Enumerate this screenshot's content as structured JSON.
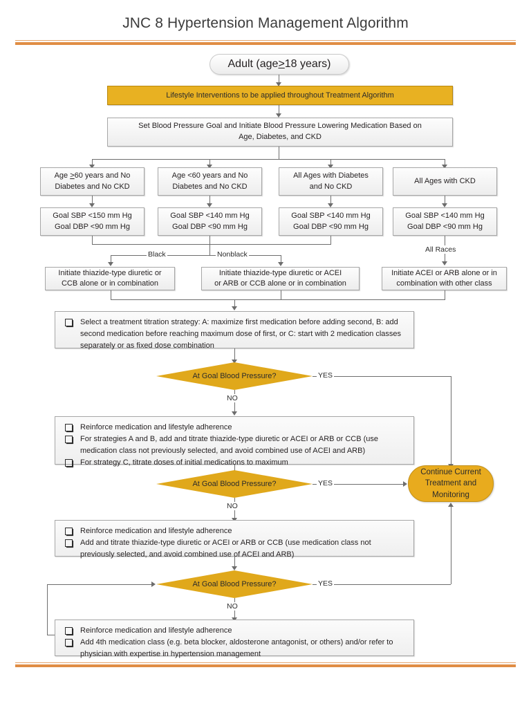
{
  "title": "JNC 8 Hypertension Management Algorithm",
  "start": {
    "label_pre": "Adult (age ",
    "label_ge": ">",
    "label_post": "18 years)"
  },
  "lifestyle": {
    "label": "Lifestyle Interventions to be applied throughout Treatment Algorithm"
  },
  "set_goal": {
    "line1": "Set Blood Pressure Goal and Initiate Blood Pressure Lowering Medication Based on",
    "line2": "Age, Diabetes, and CKD"
  },
  "populations": [
    {
      "line1_pre": "Age ",
      "line1_ge": ">",
      "line1_post": "60 years and No",
      "line2": "Diabetes and No CKD"
    },
    {
      "line1_pre": "Age <60 years and No",
      "line1_ge": "",
      "line1_post": "",
      "line2": "Diabetes and No CKD"
    },
    {
      "line1_pre": "All Ages with Diabetes",
      "line1_ge": "",
      "line1_post": "",
      "line2": "and No CKD"
    },
    {
      "line1_pre": "All Ages with CKD",
      "line1_ge": "",
      "line1_post": "",
      "line2": ""
    }
  ],
  "goals": [
    {
      "sbp": "Goal SBP <150 mm Hg",
      "dbp": "Goal DBP <90 mm Hg"
    },
    {
      "sbp": "Goal SBP <140 mm Hg",
      "dbp": "Goal DBP <90 mm Hg"
    },
    {
      "sbp": "Goal SBP <140 mm Hg",
      "dbp": "Goal DBP <90 mm Hg"
    },
    {
      "sbp": "Goal SBP <140 mm Hg",
      "dbp": "Goal DBP <90 mm Hg"
    }
  ],
  "race_labels": {
    "black": "Black",
    "nonblack": "Nonblack",
    "all_races": "All Races"
  },
  "initiate": [
    {
      "line1": "Initiate thiazide-type diuretic or",
      "line2": "CCB alone or in combination"
    },
    {
      "line1": "Initiate thiazide-type diuretic or ACEI",
      "line2": "or ARB or CCB alone or in combination"
    },
    {
      "line1": "Initiate ACEI or ARB alone or in",
      "line2": "combination with other class"
    }
  ],
  "strategy_box": {
    "items": [
      "Select a treatment titration strategy:  A: maximize first medication before adding second, B: add second medication before reaching maximum dose of first, or C:  start with 2 medication classes separately or as fixed dose combination"
    ]
  },
  "decisions": {
    "question": "At Goal Blood Pressure?",
    "yes": "YES",
    "no": "NO"
  },
  "step_box_1": {
    "items": [
      "Reinforce medication and lifestyle adherence",
      "For strategies A and B, add and titrate thiazide-type diuretic or ACEI or ARB or CCB (use medication class not previously selected, and avoid combined use of ACEI and ARB)",
      "For strategy C, titrate doses of initial medications to maximum"
    ]
  },
  "step_box_2": {
    "items": [
      "Reinforce medication and lifestyle adherence",
      "Add and titrate thiazide-type diuretic or ACEI or ARB or CCB (use medication class not previously selected, and avoid combined use of ACEI and ARB)"
    ]
  },
  "step_box_3": {
    "items": [
      "Reinforce medication and lifestyle adherence",
      "Add 4th medication class (e.g. beta blocker, aldosterone antagonist, or others)  and/or refer to physician with expertise in hypertension management"
    ]
  },
  "terminal": {
    "line1": "Continue Current",
    "line2": "Treatment and",
    "line3": "Monitoring"
  },
  "colors": {
    "amber_bar": "#E8B122",
    "amber_diamond": "#E0A81B",
    "amber_terminal": "#E8AB1E",
    "rule_thick": "#E08D44",
    "rule_thin": "#E3A46B",
    "box_border": "#A6A6A6",
    "connector": "#6D6D6D",
    "text": "#231F20"
  }
}
